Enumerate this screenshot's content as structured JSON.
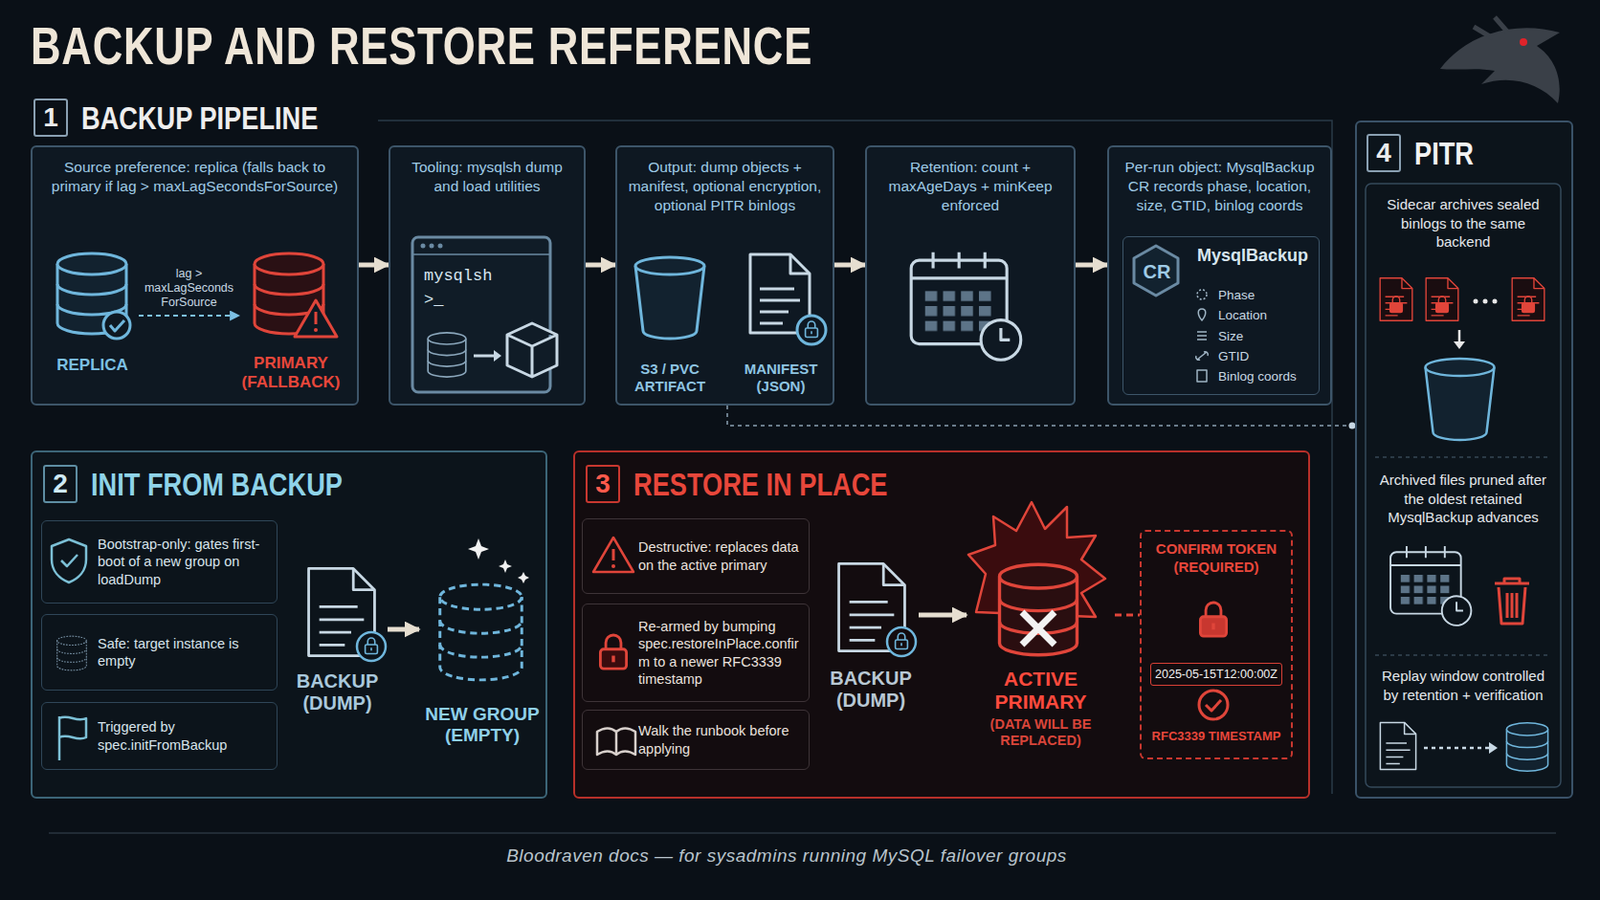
{
  "diagram": {
    "title": "BACKUP AND RESTORE REFERENCE",
    "caption": "Bloodraven docs — for sysadmins running MySQL failover groups",
    "nodes": [
      {
        "text": [
          "1",
          "BACKUP PIPELINE"
        ]
      },
      {
        "text": [
          "Source preference: replica (falls back to primary if lag > maxLagSecondsForSource)"
        ],
        "in": 0
      },
      {
        "text": [
          "REPLICA"
        ],
        "in": 1
      },
      {
        "text": [
          "PRIMARY (FALLBACK)"
        ],
        "in": 1
      },
      {
        "text": [
          "Tooling: mysqlsh dump and load utilities"
        ],
        "in": 0
      },
      {
        "text": [
          "Output: dump objects + manifest, optional encryption, optional PITR binlogs"
        ],
        "in": 0
      },
      {
        "text": [
          "Retention: count + maxAgeDays + minKeep enforced"
        ],
        "in": 0
      },
      {
        "text": [
          "Per-run object: MysqlBackup CR records phase, location, size, GTID, binlog coords"
        ],
        "in": 0
      },
      {
        "text": [
          "CR",
          "MysqlBackup",
          "Phase",
          "Location",
          "Size",
          "GTID",
          "Binlog coords"
        ],
        "in": 7
      },
      {
        "text": [
          "2",
          "INIT FROM BACKUP"
        ]
      },
      {
        "text": [
          "Bootstrap-only: gates first-boot of a new group on loadDump"
        ],
        "in": 9
      },
      {
        "text": [
          "Safe: target instance is empty"
        ],
        "in": 9
      },
      {
        "text": [
          "Triggered by spec.initFromBackup"
        ],
        "in": 9
      },
      {
        "text": [
          "BACKUP (DUMP)"
        ],
        "in": 9
      },
      {
        "text": [
          "NEW GROUP (EMPTY)"
        ],
        "in": 9
      },
      {
        "text": [
          "3",
          "RESTORE IN PLACE"
        ]
      },
      {
        "text": [
          "Destructive: replaces data on the active primary"
        ],
        "in": 15
      },
      {
        "text": [
          "Re-armed by bumping spec.restoreInPlace.confirm to a newer RFC3339 timestamp"
        ],
        "in": 15
      },
      {
        "text": [
          "Walk the runbook before applying"
        ],
        "in": 15
      },
      {
        "text": [
          "BACKUP (DUMP)"
        ],
        "in": 15
      },
      {
        "text": [
          "ACTIVE PRIMARY",
          "(DATA WILL BE REPLACED)"
        ],
        "in": 15
      },
      {
        "text": [
          "CONFIRM TOKEN (REQUIRED)",
          "2025-05-15T12:00:00Z",
          "RFC3339 TIMESTAMP"
        ],
        "in": 15
      },
      {
        "text": [
          "4",
          "PITR"
        ]
      },
      {
        "text": [
          "Sidecar archives sealed binlogs to the same backend"
        ],
        "in": 22
      },
      {
        "text": [
          "Archived files pruned after the oldest retained MysqlBackup advances"
        ],
        "in": 22
      },
      {
        "text": [
          "Replay window controlled by retention + verification"
        ],
        "in": 22
      }
    ],
    "edges": [
      {
        "from": 1,
        "to": 4,
        "arrow": "to"
      },
      {
        "from": 4,
        "to": 5,
        "arrow": "to"
      },
      {
        "from": 5,
        "to": 6,
        "arrow": "to"
      },
      {
        "from": 6,
        "to": 7,
        "arrow": "to"
      },
      {
        "from": 5,
        "to": 22,
        "arrow": "none"
      },
      {
        "from": 2,
        "to": 3,
        "label": "lag > maxLagSeconds ForSource",
        "arrow": "to"
      },
      {
        "from": 13,
        "to": 14,
        "arrow": "to"
      },
      {
        "from": 19,
        "to": 20,
        "arrow": "to"
      },
      {
        "from": 20,
        "to": 21,
        "arrow": "none"
      }
    ],
    "labels": [
      "mysqlsh",
      ">_",
      "S3 / PVC ARTIFACT",
      "MANIFEST (JSON)"
    ]
  }
}
